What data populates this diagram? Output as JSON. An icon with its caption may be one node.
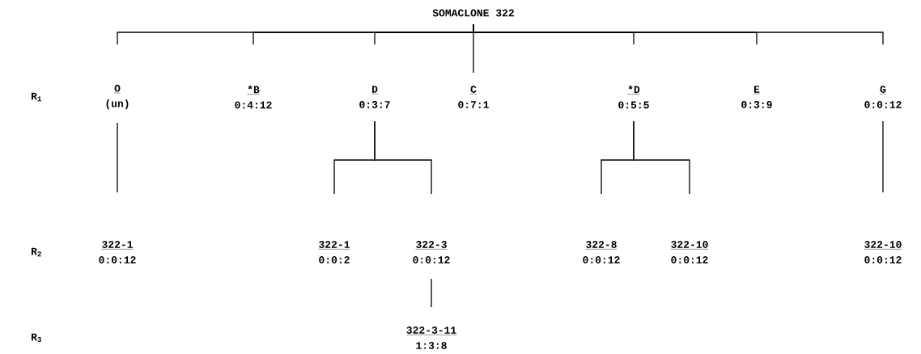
{
  "diagram": {
    "nodes": [
      {
        "text": [
          "SOMACLONE 322"
        ]
      },
      {
        "text": [
          "O",
          "(un)"
        ]
      },
      {
        "text": [
          "*B",
          "0:4:12"
        ]
      },
      {
        "text": [
          "D",
          "0:3:7"
        ]
      },
      {
        "text": [
          "C",
          "0:7:1"
        ]
      },
      {
        "text": [
          "*D",
          "0:5:5"
        ]
      },
      {
        "text": [
          "E",
          "0:3:9"
        ]
      },
      {
        "text": [
          "G",
          "0:0:12"
        ]
      },
      {
        "text": [
          "322-1",
          "0:0:12"
        ]
      },
      {
        "text": [
          "322-1",
          "0:0:2"
        ]
      },
      {
        "text": [
          "322-3",
          "0:0:12"
        ]
      },
      {
        "text": [
          "322-8",
          "0:0:12"
        ]
      },
      {
        "text": [
          "322-10",
          "0:0:12"
        ]
      },
      {
        "text": [
          "322-10",
          "0:0:12"
        ]
      },
      {
        "text": [
          "322-3-11",
          "1:3:8"
        ]
      }
    ],
    "edges": [
      {
        "from": 0,
        "to": 1,
        "arrow": "none"
      },
      {
        "from": 0,
        "to": 2,
        "arrow": "none"
      },
      {
        "from": 0,
        "to": 3,
        "arrow": "none"
      },
      {
        "from": 0,
        "to": 4,
        "arrow": "none"
      },
      {
        "from": 0,
        "to": 5,
        "arrow": "none"
      },
      {
        "from": 0,
        "to": 6,
        "arrow": "none"
      },
      {
        "from": 0,
        "to": 7,
        "arrow": "none"
      },
      {
        "from": 1,
        "to": 8,
        "arrow": "none"
      },
      {
        "from": 3,
        "to": 9,
        "arrow": "none"
      },
      {
        "from": 3,
        "to": 10,
        "arrow": "none"
      },
      {
        "from": 5,
        "to": 11,
        "arrow": "none"
      },
      {
        "from": 5,
        "to": 12,
        "arrow": "none"
      },
      {
        "from": 7,
        "to": 13,
        "arrow": "none"
      },
      {
        "from": 10,
        "to": 14,
        "arrow": "none"
      }
    ],
    "labels": [
      "R$_{1}$",
      "R$_{2}$",
      "R$_{3}$"
    ]
  }
}
